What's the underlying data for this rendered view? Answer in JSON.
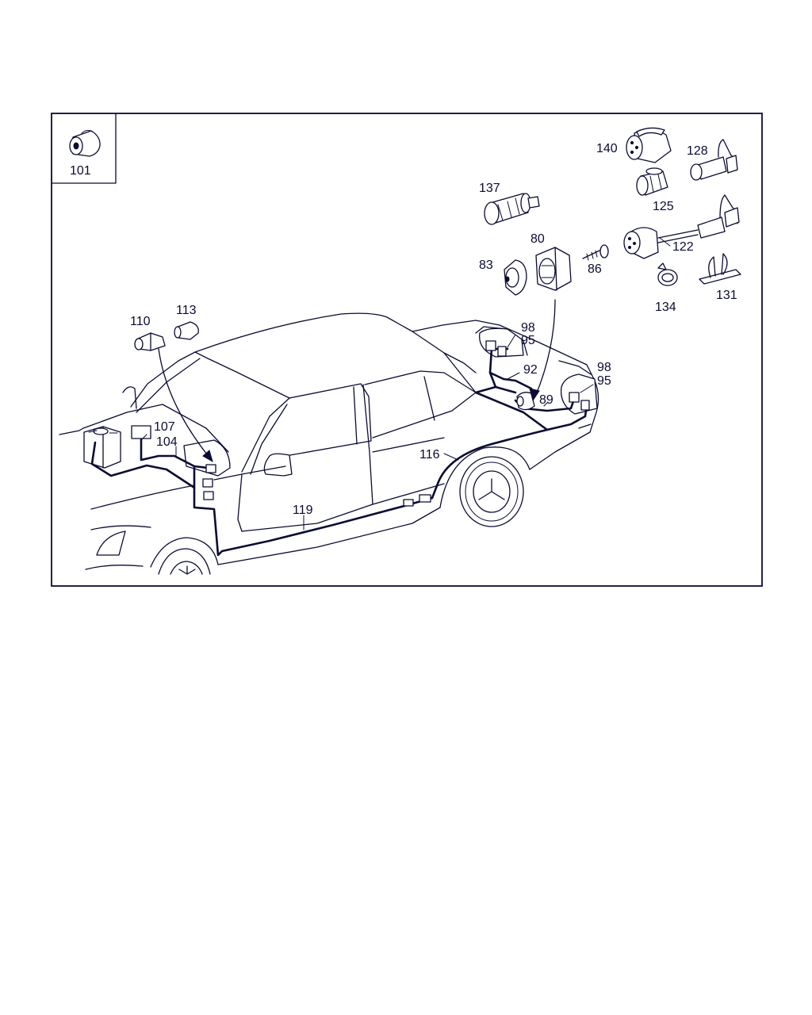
{
  "diagram": {
    "colors": {
      "ink": "#0b0b33",
      "background": "#ffffff"
    },
    "inset": {
      "label": "101"
    },
    "callouts": {
      "c140": "140",
      "c128": "128",
      "c137": "137",
      "c125": "125",
      "c80": "80",
      "c122": "122",
      "c83": "83",
      "c86": "86",
      "c134": "134",
      "c131": "131",
      "c110": "110",
      "c113": "113",
      "c98a": "98",
      "c95a": "95",
      "c92": "92",
      "c98b": "98",
      "c95b": "95",
      "c89": "89",
      "c107": "107",
      "c104": "104",
      "c116": "116",
      "c119": "119"
    }
  }
}
